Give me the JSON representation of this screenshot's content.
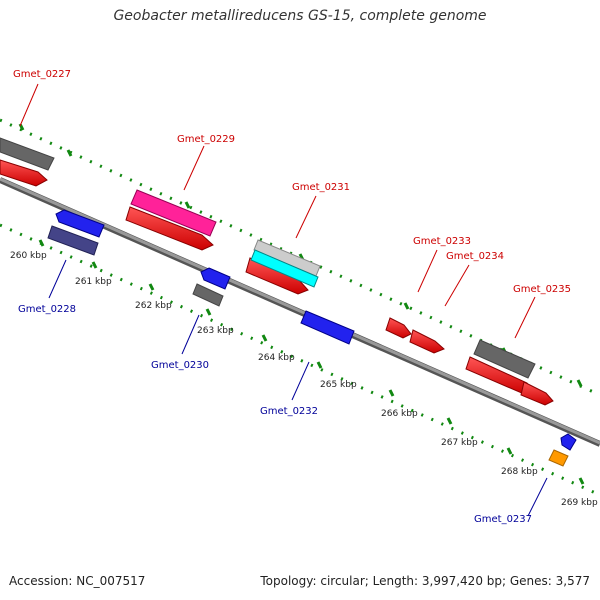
{
  "title": "Geobacter metallireducens GS-15, complete genome",
  "footer": {
    "accession": "Accession: NC_007517",
    "summary": "Topology: circular; Length: 3,997,420 bp; Genes: 3,577"
  },
  "kbp_labels": [
    "260 kbp",
    "261 kbp",
    "262 kbp",
    "263 kbp",
    "264 kbp",
    "265 kbp",
    "266 kbp",
    "267 kbp",
    "268 kbp",
    "269 kbp"
  ],
  "gene_labels_top": [
    "Gmet_0227",
    "Gmet_0229",
    "Gmet_0231",
    "Gmet_0233",
    "Gmet_0234",
    "Gmet_0235"
  ],
  "gene_labels_bottom": [
    "Gmet_0228",
    "Gmet_0230",
    "Gmet_0232",
    "Gmet_0237"
  ],
  "colors": {
    "forward_label": "#cc0000",
    "reverse_label": "#000099",
    "tick_green": "#007700",
    "backbone": "#777777"
  }
}
